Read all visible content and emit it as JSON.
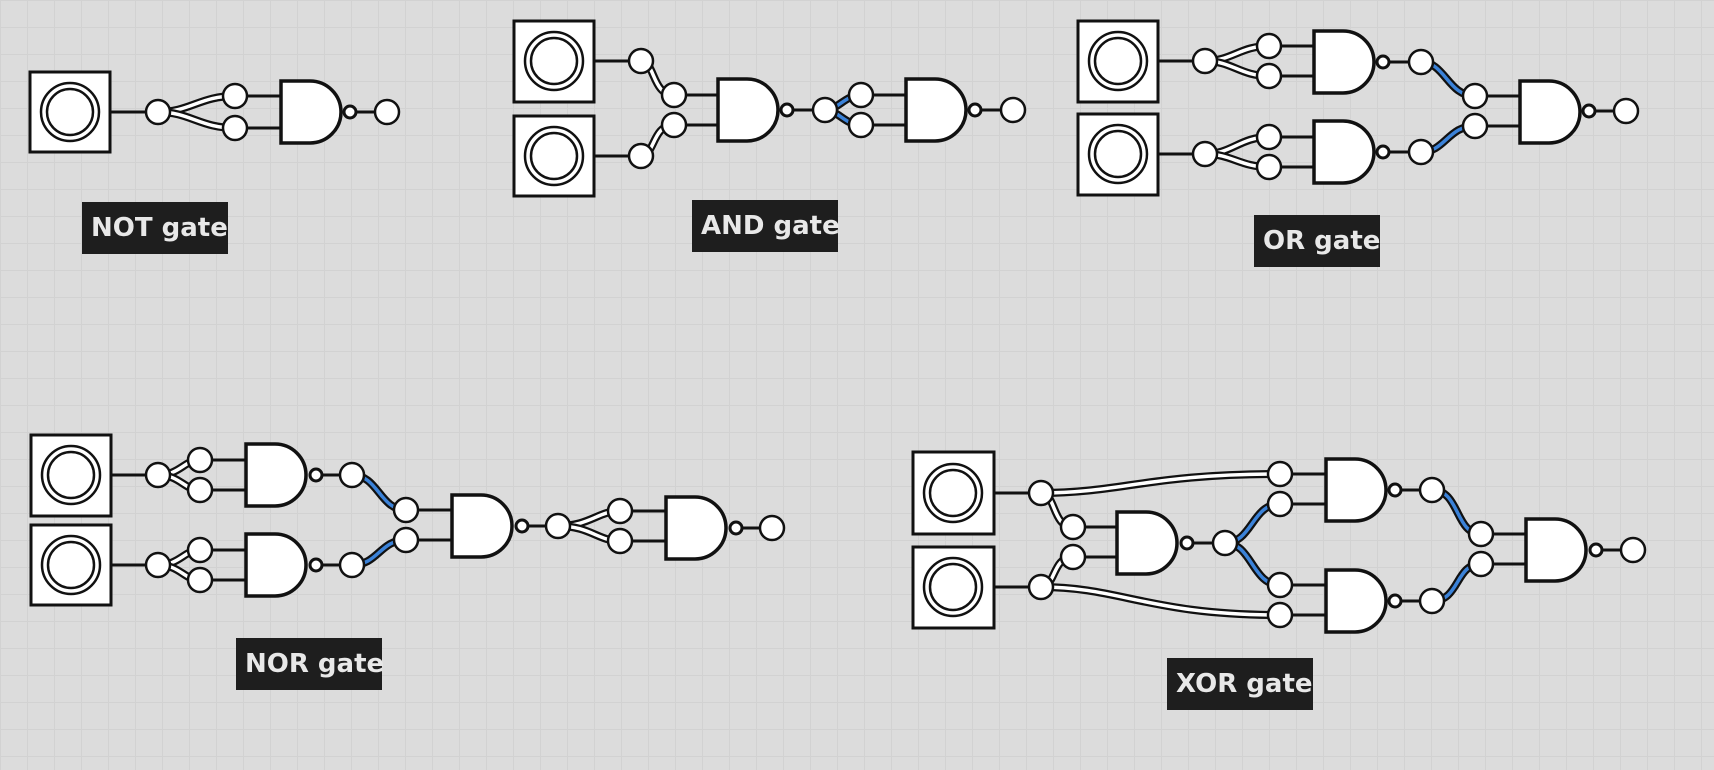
{
  "labels": {
    "not": "NOT gate",
    "and": "AND gate",
    "or": "OR gate",
    "nor": "NOR gate",
    "xor": "XOR gate"
  },
  "colors": {
    "background": "#dcdcdc",
    "grid": "#d2d2d2",
    "stroke": "#111111",
    "fill": "#ffffff",
    "active_wire": "#3b82d8",
    "label_bg": "#1e1e1e",
    "label_text": "#e8e8e8"
  }
}
